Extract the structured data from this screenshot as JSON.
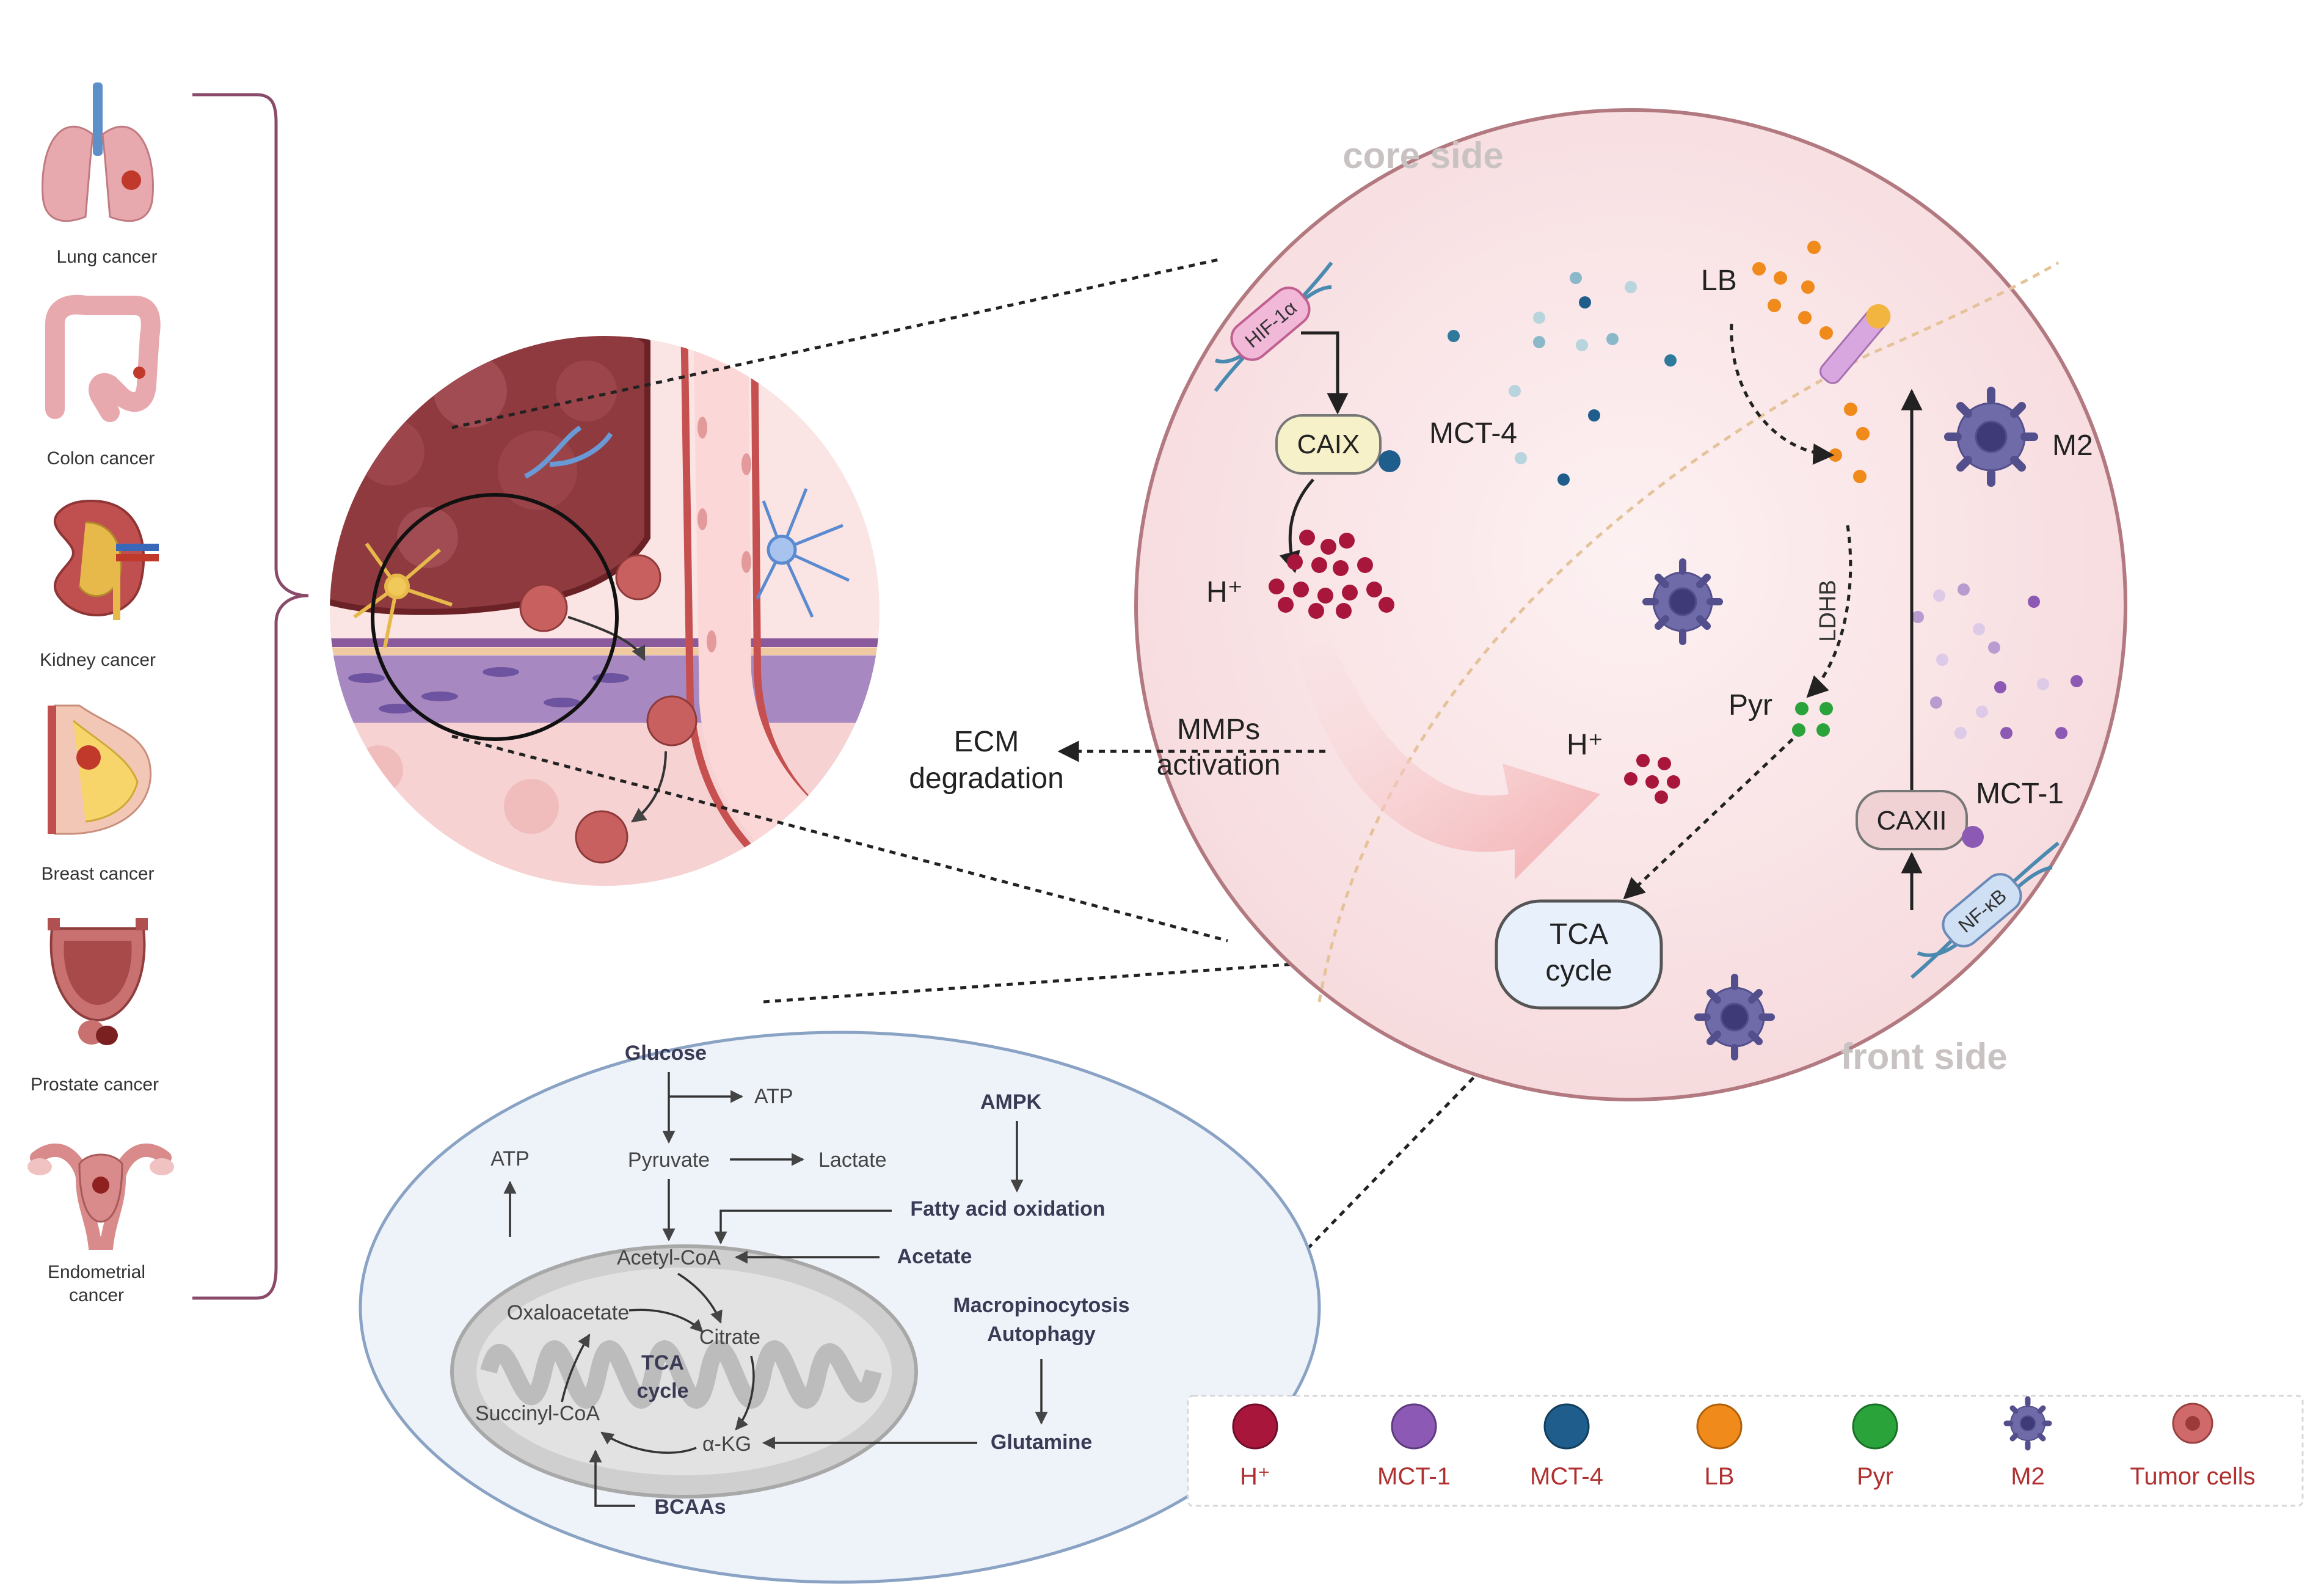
{
  "organs": [
    {
      "label": "Lung cancer",
      "icon": "lung-icon"
    },
    {
      "label": "Colon cancer",
      "icon": "colon-icon"
    },
    {
      "label": "Kidney cancer",
      "icon": "kidney-icon"
    },
    {
      "label": "Breast cancer",
      "icon": "breast-icon"
    },
    {
      "label": "Prostate cancer",
      "icon": "prostate-icon"
    },
    {
      "label": "Endometrial",
      "label2": "cancer",
      "icon": "uterus-icon"
    }
  ],
  "tumor_view": {
    "core_side": "core side",
    "front_side": "front side",
    "hif": "HIF-1α",
    "caix": "CAIX",
    "mct4": "MCT-4",
    "h_plus": "H⁺",
    "lb": "LB",
    "m2": "M2",
    "ldhb": "LDHB",
    "pyr": "Pyr",
    "h_plus_2": "H⁺",
    "caxii": "CAXII",
    "mct1": "MCT-1",
    "nfkb": "NF-κB",
    "tca_line1": "TCA",
    "tca_line2": "cycle"
  },
  "ecm": {
    "mmps_line1": "MMPs",
    "mmps_line2": "activation",
    "ecm_line1": "ECM",
    "ecm_line2": "degradation"
  },
  "pathway": {
    "glucose": "Glucose",
    "atp_top": "ATP",
    "atp_left": "ATP",
    "pyruvate": "Pyruvate",
    "lactate": "Lactate",
    "ampk": "AMPK",
    "fao": "Fatty acid oxidation",
    "acetyl_coa": "Acetyl-CoA",
    "acetate": "Acetate",
    "oxaloacetate": "Oxaloacetate",
    "citrate": "Citrate",
    "tca_line1": "TCA",
    "tca_line2": "cycle",
    "succinyl_coa": "Succinyl-CoA",
    "akg": "α-KG",
    "macro": "Macropinocytosis",
    "autophagy": "Autophagy",
    "glutamine": "Glutamine",
    "bcaas": "BCAAs"
  },
  "legend": [
    {
      "label": "H⁺",
      "color": "#a8163c",
      "icon": "h-plus-dot-icon"
    },
    {
      "label": "MCT-1",
      "color": "#8c5ab4",
      "icon": "mct1-dot-icon"
    },
    {
      "label": "MCT-4",
      "color": "#1f5e8c",
      "icon": "mct4-dot-icon"
    },
    {
      "label": "LB",
      "color": "#f08a1a",
      "icon": "lb-dot-icon"
    },
    {
      "label": "Pyr",
      "color": "#2aa33a",
      "icon": "pyr-dot-icon"
    },
    {
      "label": "M2",
      "color": "#6f6aa8",
      "icon": "m2-macrophage-icon"
    },
    {
      "label": "Tumor cells",
      "color": "#d06a6a",
      "icon": "tumor-cell-icon"
    }
  ],
  "colors": {
    "tumor_circle_fill": "#fbe9ea",
    "tumor_circle_stroke": "#b27a80",
    "mito_oval_fill": "#eef3fa",
    "mito_oval_stroke": "#8aa3c4",
    "bracket": "#8a4a6a",
    "tca_box": "#e7f0fb"
  }
}
